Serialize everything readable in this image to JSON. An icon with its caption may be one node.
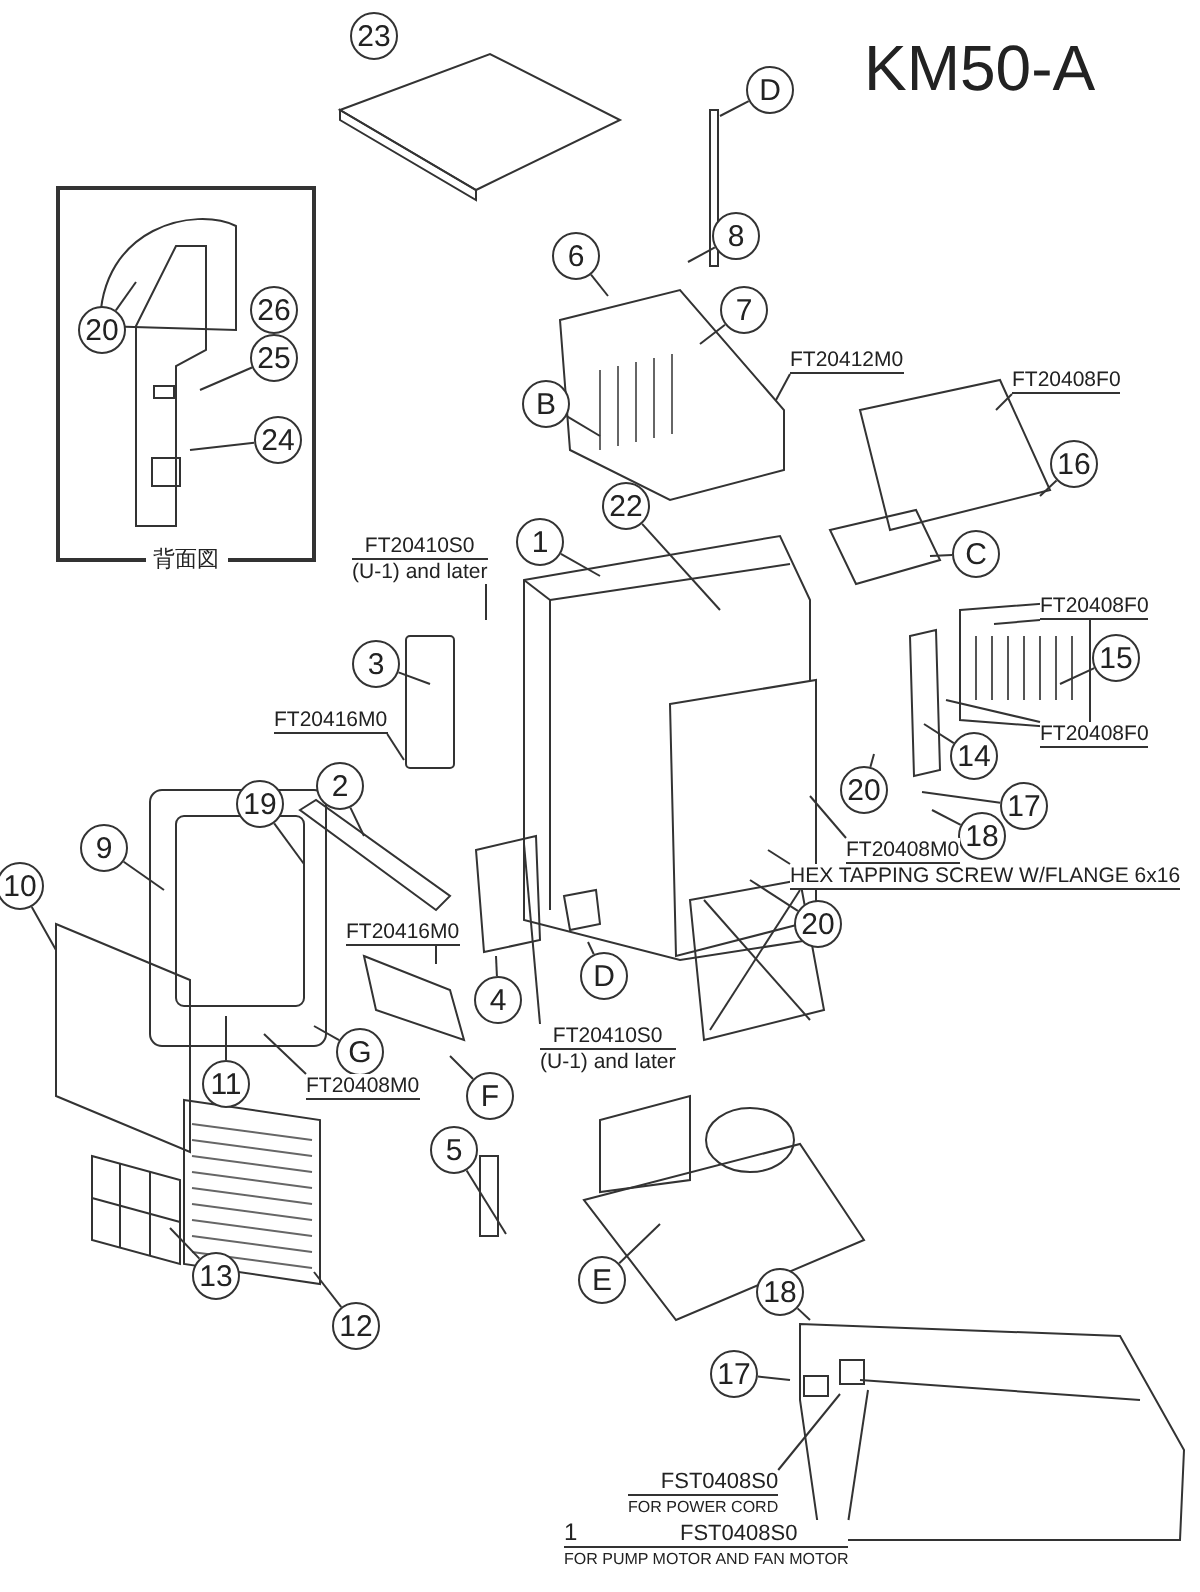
{
  "diagram": {
    "title": "KM50-A",
    "nodes": [
      {
        "text": [
          "背面図"
        ]
      },
      {
        "text": [
          "23"
        ]
      },
      {
        "text": [
          "D"
        ]
      },
      {
        "text": [
          "8"
        ]
      },
      {
        "text": [
          "6"
        ]
      },
      {
        "text": [
          "7"
        ]
      },
      {
        "text": [
          "20"
        ],
        "in": 0
      },
      {
        "text": [
          "26"
        ],
        "in": 0
      },
      {
        "text": [
          "25"
        ],
        "in": 0
      },
      {
        "text": [
          "24"
        ],
        "in": 0
      },
      {
        "text": [
          "FT20412M0"
        ]
      },
      {
        "text": [
          "FT20408F0"
        ]
      },
      {
        "text": [
          "B"
        ]
      },
      {
        "text": [
          "16"
        ]
      },
      {
        "text": [
          "22"
        ]
      },
      {
        "text": [
          "C"
        ]
      },
      {
        "text": [
          "1"
        ]
      },
      {
        "text": [
          "FT20410S0",
          "(U-1) and later"
        ]
      },
      {
        "text": [
          "FT20408F0"
        ]
      },
      {
        "text": [
          "3"
        ]
      },
      {
        "text": [
          "15"
        ]
      },
      {
        "text": [
          "FT20416M0"
        ]
      },
      {
        "text": [
          "FT20408F0"
        ]
      },
      {
        "text": [
          "14"
        ]
      },
      {
        "text": [
          "20"
        ]
      },
      {
        "text": [
          "2"
        ]
      },
      {
        "text": [
          "17"
        ]
      },
      {
        "text": [
          "19"
        ]
      },
      {
        "text": [
          "18"
        ]
      },
      {
        "text": [
          "FT20408M0"
        ]
      },
      {
        "text": [
          "9"
        ]
      },
      {
        "text": [
          "HEX TAPPING SCREW W/FLANGE 6x16"
        ]
      },
      {
        "text": [
          "10"
        ]
      },
      {
        "text": [
          "20"
        ]
      },
      {
        "text": [
          "FT20416M0"
        ]
      },
      {
        "text": [
          "D"
        ]
      },
      {
        "text": [
          "4"
        ]
      },
      {
        "text": [
          "FT20410S0",
          "(U-1) and later"
        ]
      },
      {
        "text": [
          "G"
        ]
      },
      {
        "text": [
          "11"
        ]
      },
      {
        "text": [
          "FT20408M0"
        ]
      },
      {
        "text": [
          "F"
        ]
      },
      {
        "text": [
          "5"
        ]
      },
      {
        "text": [
          "E"
        ]
      },
      {
        "text": [
          "13"
        ]
      },
      {
        "text": [
          "18"
        ]
      },
      {
        "text": [
          "12"
        ]
      },
      {
        "text": [
          "17"
        ]
      },
      {
        "text": [
          "FST0408S0",
          "FOR POWER CORD"
        ]
      },
      {
        "text": [
          "1",
          "FST0408S0",
          "FOR PUMP MOTOR AND FAN MOTOR"
        ]
      }
    ],
    "edges": [
      {
        "from": 2,
        "to": null,
        "arrow": "none"
      },
      {
        "from": 3,
        "to": null,
        "arrow": "none"
      },
      {
        "from": 4,
        "to": null,
        "arrow": "none"
      },
      {
        "from": 5,
        "to": null,
        "arrow": "none"
      },
      {
        "from": 6,
        "to": null,
        "arrow": "none"
      },
      {
        "from": 8,
        "to": null,
        "arrow": "none"
      },
      {
        "from": 9,
        "to": null,
        "arrow": "none"
      },
      {
        "from": 10,
        "to": null,
        "arrow": "none"
      },
      {
        "from": 11,
        "to": null,
        "arrow": "none"
      },
      {
        "from": 12,
        "to": null,
        "arrow": "none"
      },
      {
        "from": 13,
        "to": null,
        "arrow": "none"
      },
      {
        "from": 14,
        "to": null,
        "arrow": "none"
      },
      {
        "from": 15,
        "to": null,
        "arrow": "none"
      },
      {
        "from": 16,
        "to": null,
        "arrow": "none"
      },
      {
        "from": 17,
        "to": null,
        "arrow": "none"
      },
      {
        "from": 18,
        "to": null,
        "arrow": "none"
      },
      {
        "from": 19,
        "to": null,
        "arrow": "none"
      },
      {
        "from": 20,
        "to": null,
        "arrow": "none"
      },
      {
        "from": 21,
        "to": null,
        "arrow": "none"
      },
      {
        "from": 22,
        "to": null,
        "arrow": "none"
      },
      {
        "from": 23,
        "to": null,
        "arrow": "none"
      },
      {
        "from": 24,
        "to": null,
        "arrow": "none"
      },
      {
        "from": 25,
        "to": null,
        "arrow": "none"
      },
      {
        "from": 26,
        "to": null,
        "arrow": "none"
      },
      {
        "from": 27,
        "to": null,
        "arrow": "none"
      },
      {
        "from": 28,
        "to": null,
        "arrow": "none"
      },
      {
        "from": 29,
        "to": null,
        "arrow": "none"
      },
      {
        "from": 30,
        "to": null,
        "arrow": "none"
      },
      {
        "from": 31,
        "to": null,
        "arrow": "none"
      },
      {
        "from": 32,
        "to": null,
        "arrow": "none"
      },
      {
        "from": 33,
        "to": null,
        "arrow": "none"
      },
      {
        "from": 34,
        "to": null,
        "arrow": "none"
      },
      {
        "from": 35,
        "to": null,
        "arrow": "none"
      },
      {
        "from": 36,
        "to": null,
        "arrow": "none"
      },
      {
        "from": 37,
        "to": null,
        "arrow": "none"
      },
      {
        "from": 38,
        "to": null,
        "arrow": "none"
      },
      {
        "from": 39,
        "to": null,
        "arrow": "none"
      },
      {
        "from": 40,
        "to": null,
        "arrow": "none"
      },
      {
        "from": 41,
        "to": null,
        "arrow": "none"
      },
      {
        "from": 42,
        "to": null,
        "arrow": "none"
      },
      {
        "from": 43,
        "to": null,
        "arrow": "none"
      },
      {
        "from": 44,
        "to": null,
        "arrow": "none"
      },
      {
        "from": 45,
        "to": null,
        "arrow": "none"
      },
      {
        "from": 46,
        "to": null,
        "arrow": "none"
      },
      {
        "from": 47,
        "to": null,
        "arrow": "none"
      },
      {
        "from": 48,
        "to": null,
        "arrow": "none"
      },
      {
        "from": 49,
        "to": null,
        "arrow": "none"
      }
    ]
  }
}
